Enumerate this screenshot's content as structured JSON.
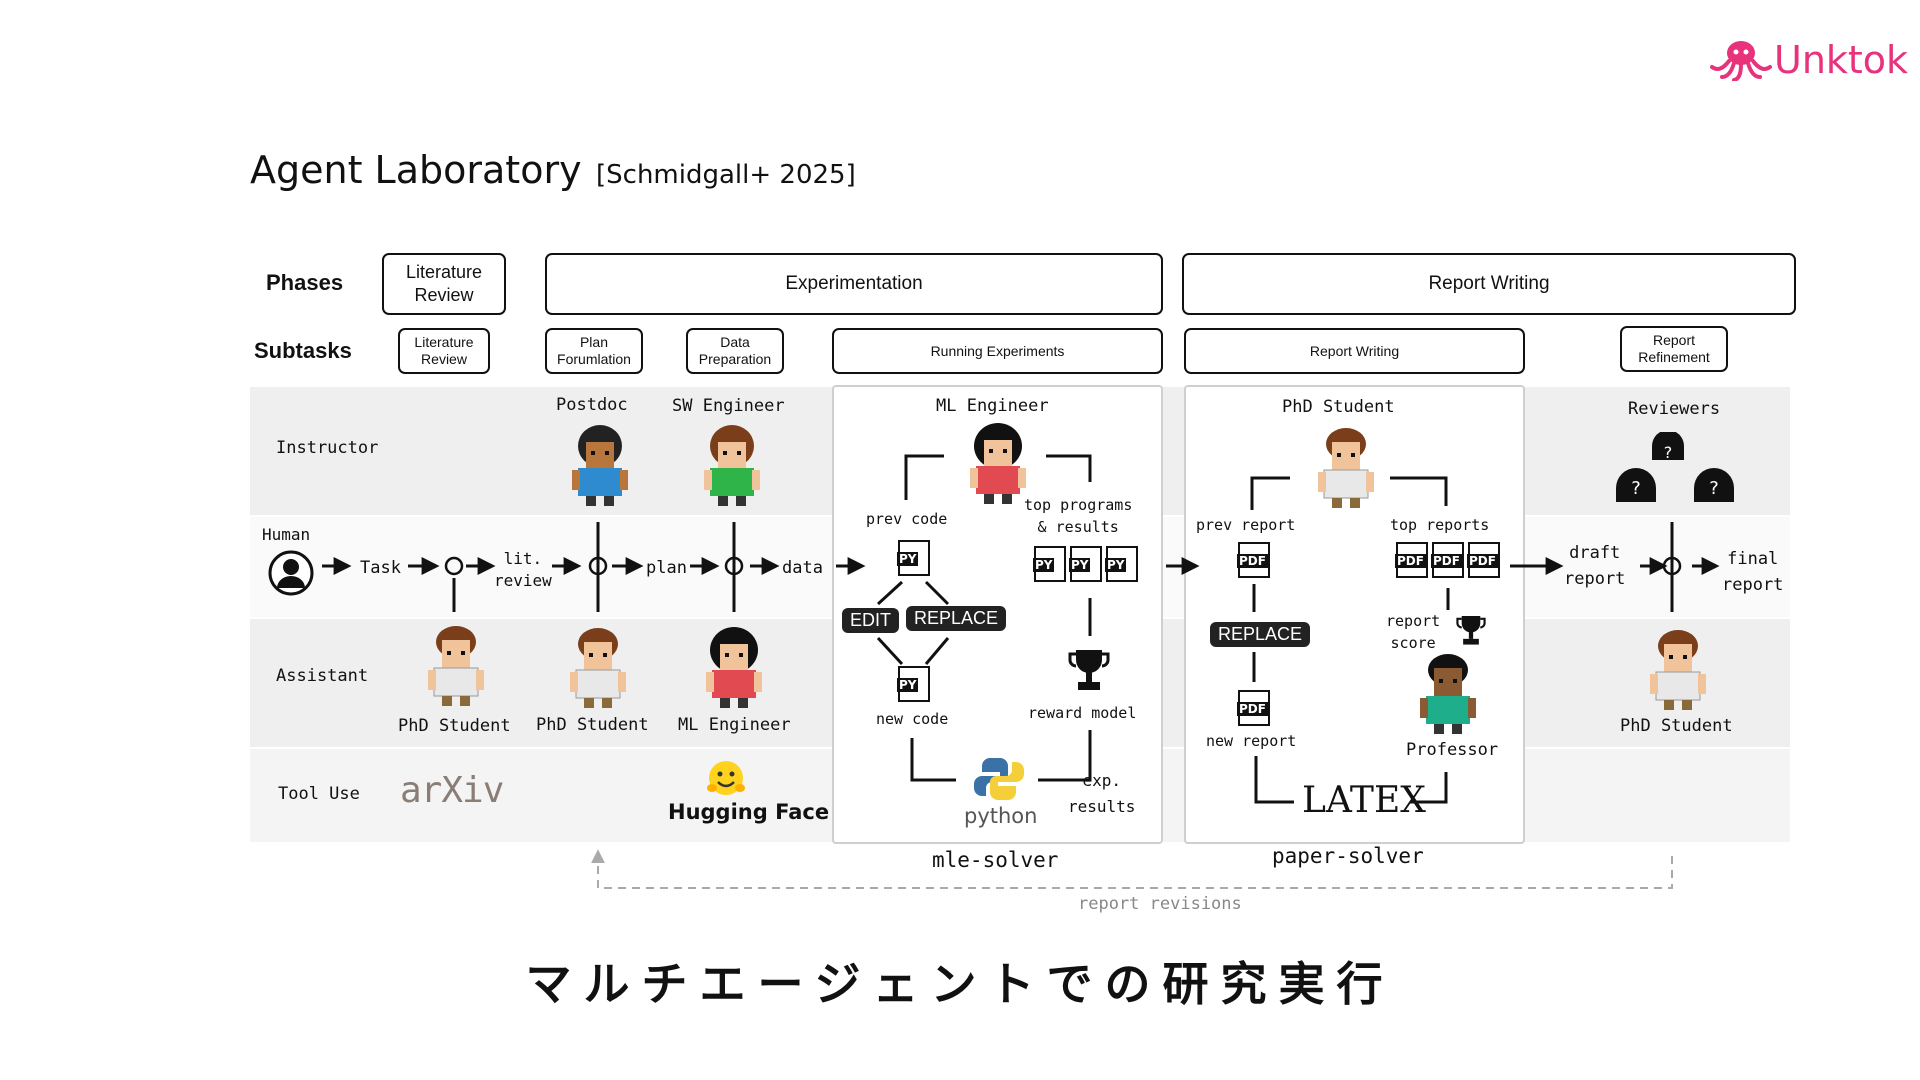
{
  "brand": {
    "name": "Unktok",
    "color": "#e8327c"
  },
  "title": {
    "main": "Agent Laboratory",
    "cite": "[Schmidgall+ 2025]"
  },
  "rows": {
    "phases": "Phases",
    "subtasks": "Subtasks"
  },
  "phases": {
    "literature": "Literature\nReview",
    "experimentation": "Experimentation",
    "report": "Report Writing"
  },
  "subtasks": {
    "lit": "Literature\nReview",
    "plan": "Plan\nForumlation",
    "data": "Data\nPreparation",
    "running": "Running Experiments",
    "report_writing": "Report Writing",
    "refinement": "Report\nRefinement"
  },
  "lanes": {
    "instructor": "Instructor",
    "human": "Human",
    "assistant": "Assistant",
    "tool_use": "Tool Use"
  },
  "roles": {
    "postdoc": "Postdoc",
    "sw_engineer": "SW Engineer",
    "ml_engineer_top": "ML Engineer",
    "phd_student_top": "PhD Student",
    "reviewers": "Reviewers",
    "phd_student_1": "PhD Student",
    "phd_student_2": "PhD Student",
    "ml_engineer_bottom": "ML Engineer",
    "professor": "Professor",
    "phd_student_3": "PhD Student"
  },
  "flow": {
    "task": "Task",
    "lit_review": "lit.\nreview",
    "plan": "plan",
    "data": "data",
    "draft_report": "draft\nreport",
    "final_report": "final\nreport"
  },
  "mle": {
    "prev_code": "prev code",
    "top_programs": "top programs\n& results",
    "edit": "EDIT",
    "replace": "REPLACE",
    "new_code": "new code",
    "reward_model": "reward model",
    "exp_results": "exp.\nresults",
    "python": "python",
    "solver": "mle-solver",
    "py": "PY"
  },
  "paper": {
    "prev_report": "prev report",
    "top_reports": "top reports",
    "replace": "REPLACE",
    "report_score": "report\nscore",
    "new_report": "new report",
    "latex": "LATEX",
    "solver": "paper-solver",
    "pdf": "PDF"
  },
  "tools": {
    "arxiv": "arXiv",
    "hugging_face": "Hugging Face"
  },
  "revisions": "report revisions",
  "caption": "マルチエージェントでの研究実行"
}
